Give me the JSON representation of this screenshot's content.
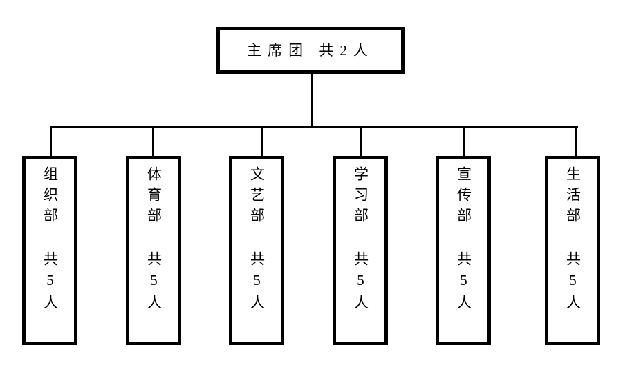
{
  "org": {
    "root": {
      "label": "主席团 共2人",
      "name": "主席团",
      "count": "共2人"
    },
    "departments": [
      {
        "label": "组织部 共5人",
        "name": "组织部",
        "count": "共5人"
      },
      {
        "label": "体育部 共5人",
        "name": "体育部",
        "count": "共5人"
      },
      {
        "label": "文艺部 共5人",
        "name": "文艺部",
        "count": "共5人"
      },
      {
        "label": "学习部 共5人",
        "name": "学习部",
        "count": "共5人"
      },
      {
        "label": "宣传部 共5人",
        "name": "宣传部",
        "count": "共5人"
      },
      {
        "label": "生活部 共5人",
        "name": "生活部",
        "count": "共5人"
      }
    ]
  },
  "colors": {
    "line": "#000000",
    "background": "#ffffff"
  }
}
